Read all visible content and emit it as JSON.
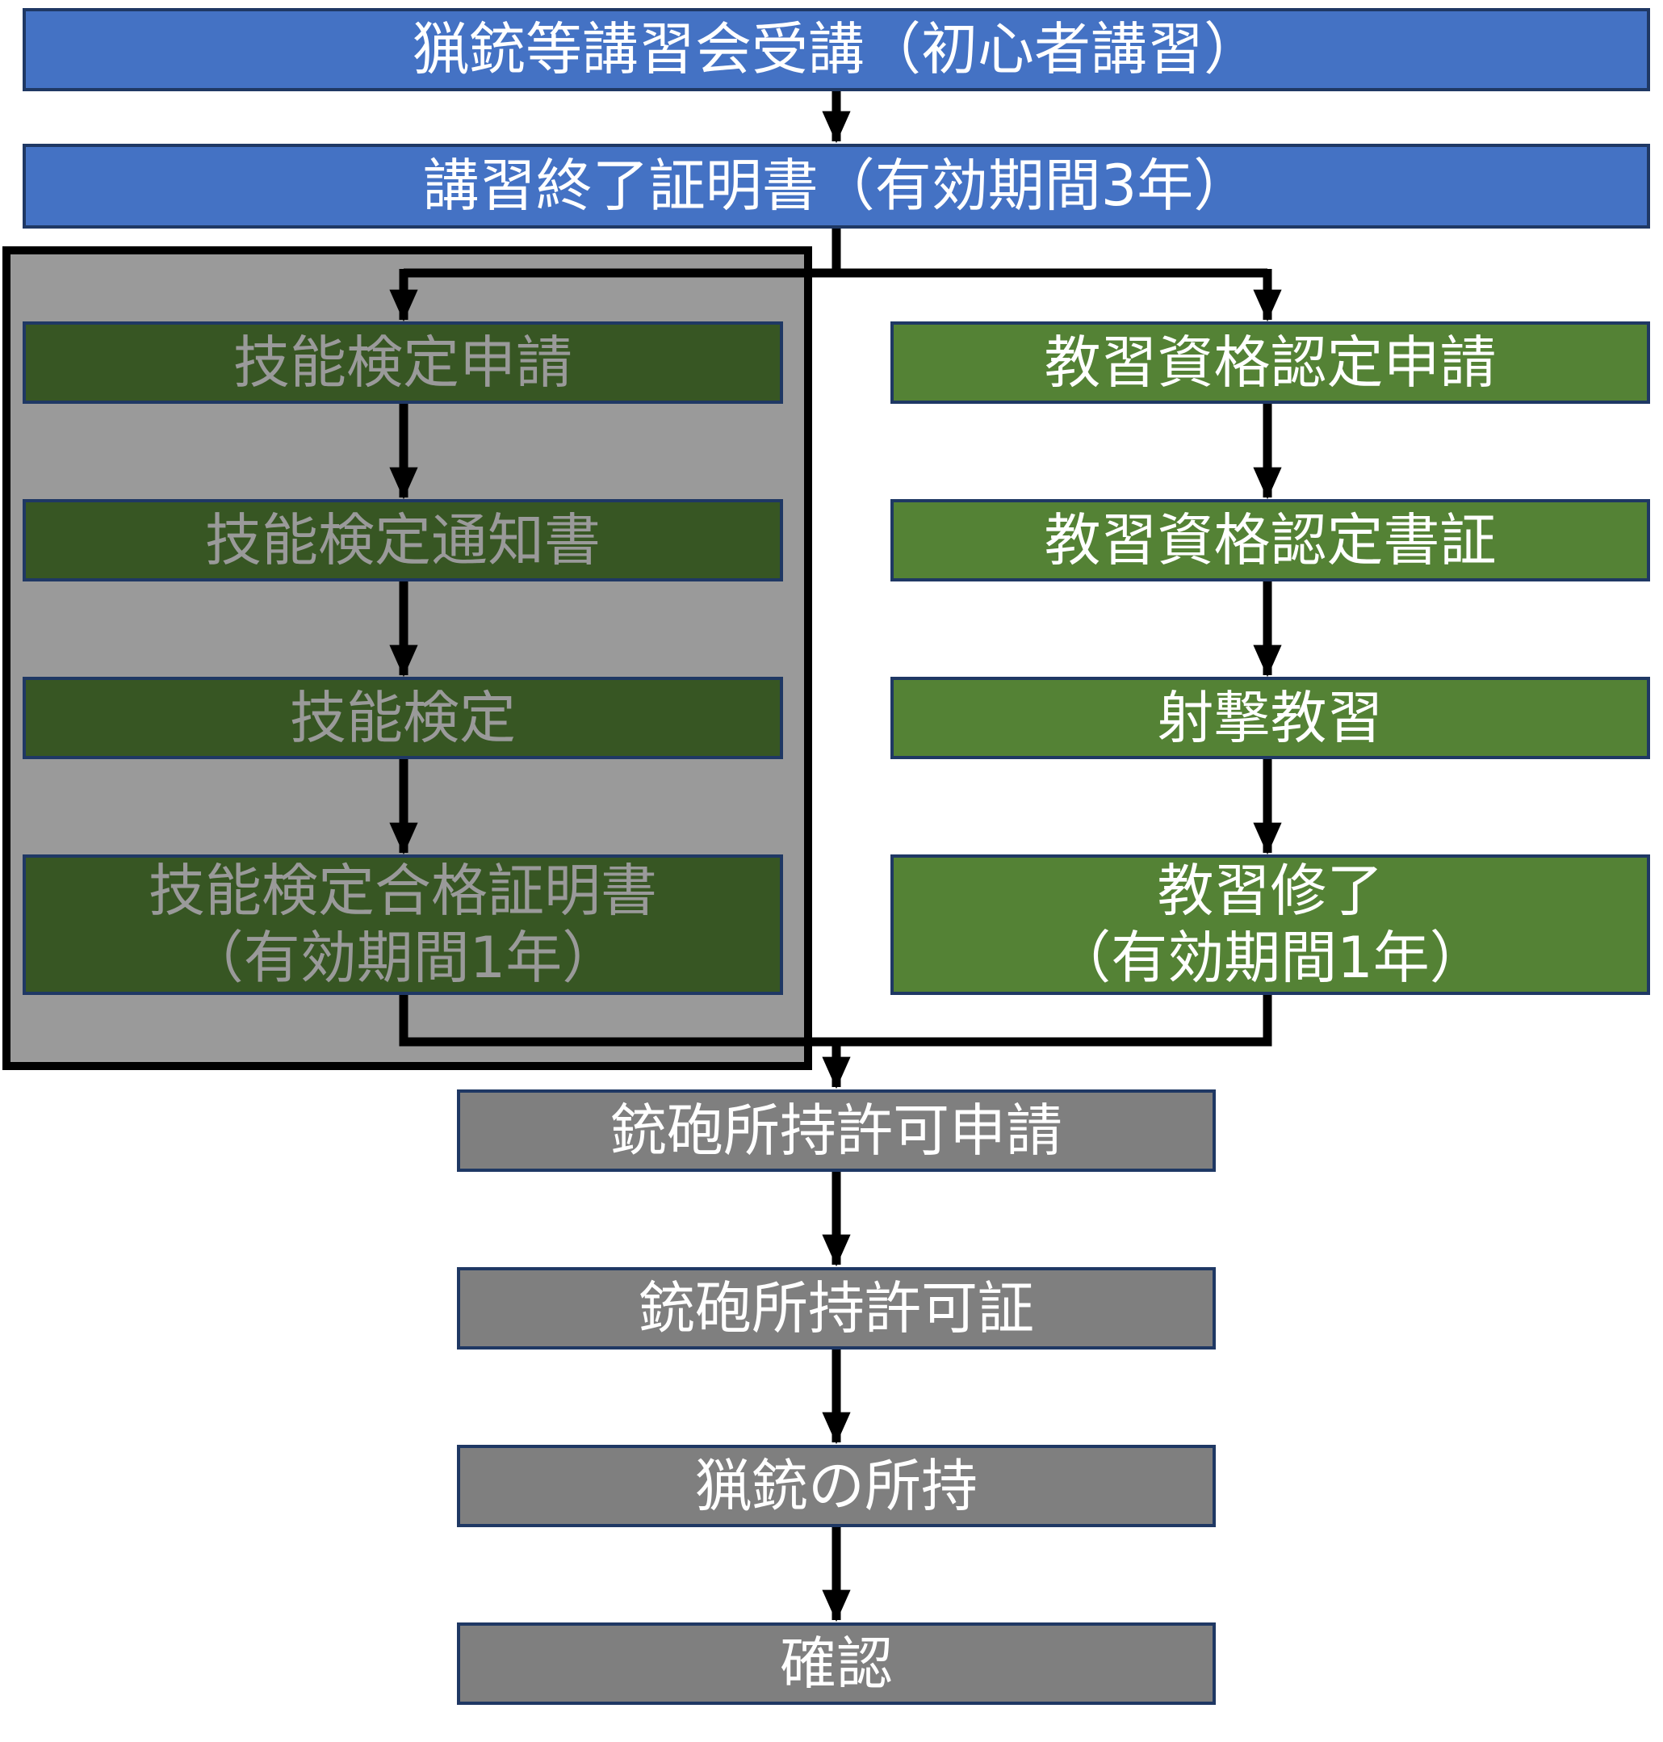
{
  "colors": {
    "blue_fill": "#4472c4",
    "dark_green_fill": "#375623",
    "green_fill": "#548235",
    "gray_fill": "#7f7f7f",
    "overlay_fill": "#9a9a9a",
    "border": "#1f3864",
    "arrow": "#000000"
  },
  "top": {
    "course": "猟銃等講習会受講（初心者講習）",
    "certificate": "講習終了証明書（有効期間3年）"
  },
  "left_branch": {
    "steps": [
      "技能検定申請",
      "技能検定通知書",
      "技能検定",
      "技能検定合格証明書\n（有効期間1年）"
    ]
  },
  "right_branch": {
    "steps": [
      "教習資格認定申請",
      "教習資格認定書証",
      "射撃教習",
      "教習修了\n（有効期間1年）"
    ]
  },
  "bottom": {
    "steps": [
      "銃砲所持許可申請",
      "銃砲所持許可証",
      "猟銃の所持",
      "確認"
    ]
  }
}
